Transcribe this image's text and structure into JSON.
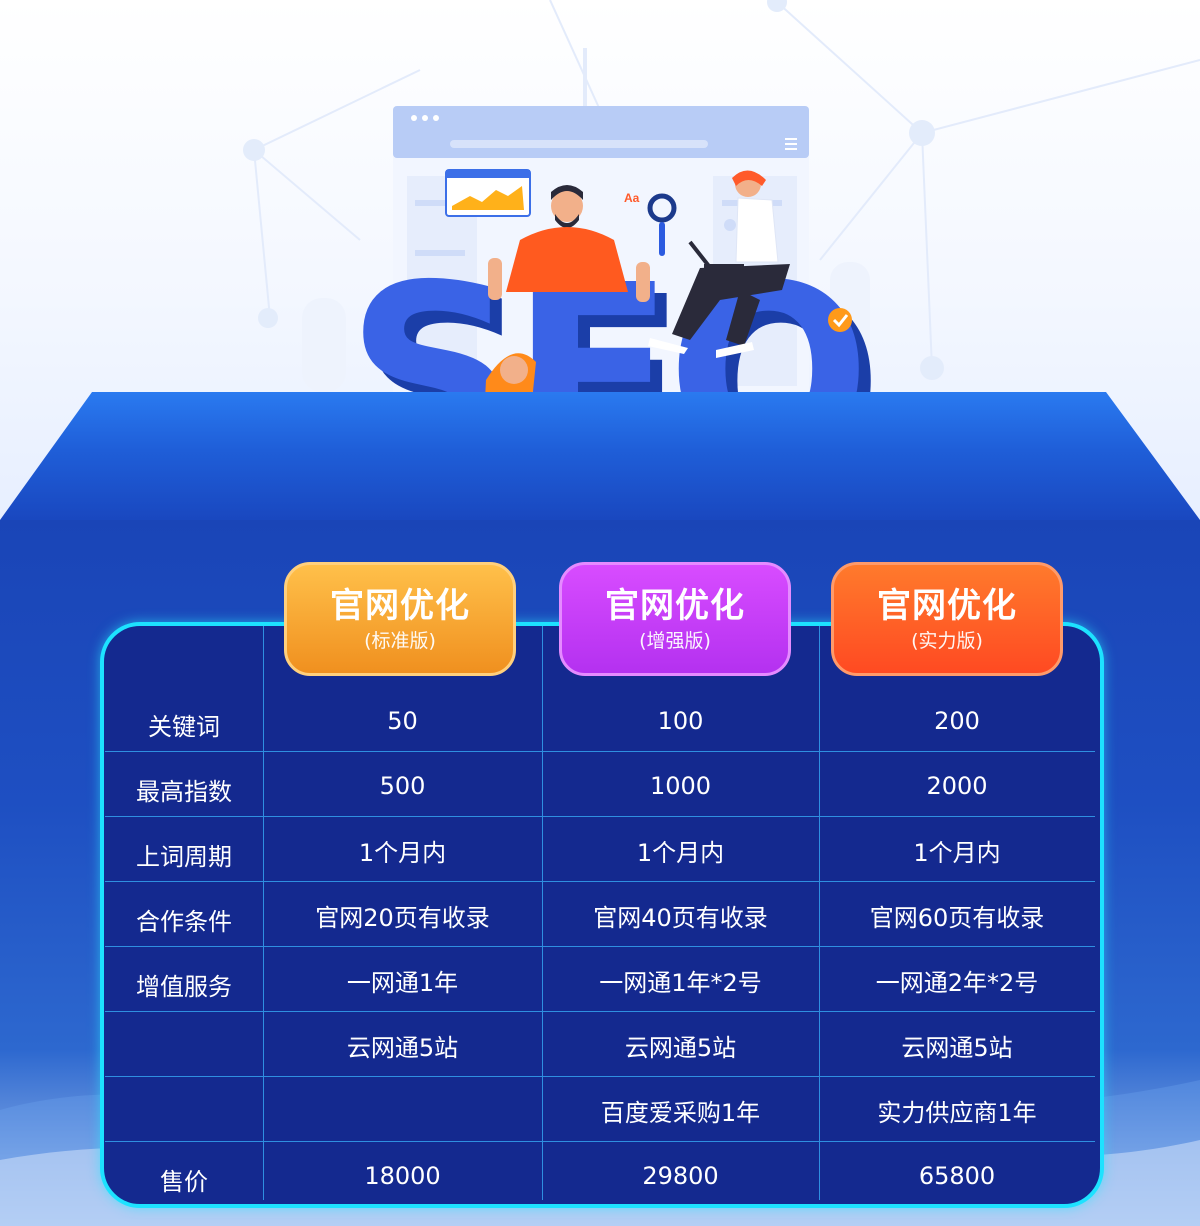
{
  "hero": {
    "seo_text": "SEO",
    "aa_label": "Aa",
    "code_label": "</>"
  },
  "plans": [
    {
      "title": "官网优化",
      "subtitle": "(标准版)"
    },
    {
      "title": "官网优化",
      "subtitle": "(增强版)"
    },
    {
      "title": "官网优化",
      "subtitle": "(实力版)"
    }
  ],
  "rows": [
    {
      "label": "关键词",
      "values": [
        "50",
        "100",
        "200"
      ]
    },
    {
      "label": "最高指数",
      "values": [
        "500",
        "1000",
        "2000"
      ]
    },
    {
      "label": "上词周期",
      "values": [
        "1个月内",
        "1个月内",
        "1个月内"
      ]
    },
    {
      "label": "合作条件",
      "values": [
        "官网20页有收录",
        "官网40页有收录",
        "官网60页有收录"
      ]
    },
    {
      "label": "增值服务",
      "values": [
        "一网通1年",
        "一网通1年*2号",
        "一网通2年*2号"
      ]
    },
    {
      "label": "",
      "values": [
        "云网通5站",
        "云网通5站",
        "云网通5站"
      ]
    },
    {
      "label": "",
      "values": [
        "",
        "百度爱采购1年",
        "实力供应商1年"
      ]
    },
    {
      "label": "售价",
      "values": [
        "18000",
        "29800",
        "65800"
      ]
    }
  ],
  "colors": {
    "frame": "#1de2ff",
    "table_bg": "#14298f",
    "tab_standard": "#f0901f",
    "tab_enhanced": "#b431f0",
    "tab_power": "#ff4a22"
  }
}
